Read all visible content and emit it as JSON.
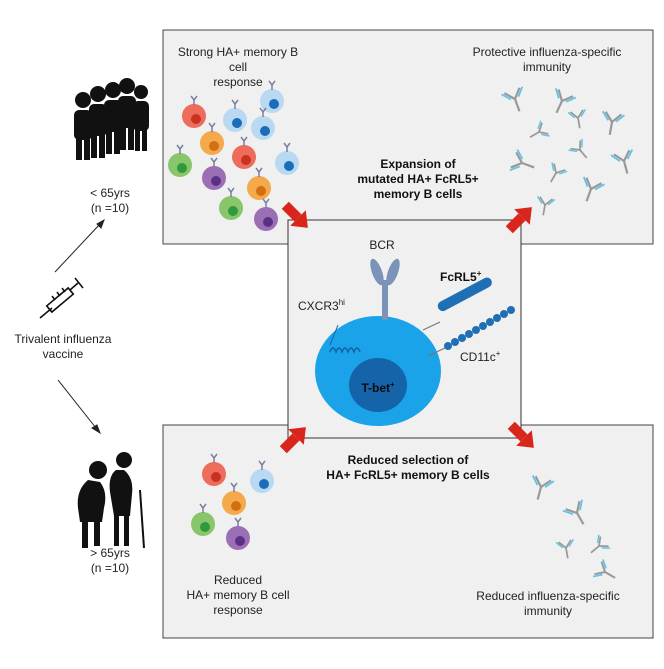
{
  "top_panel": {
    "left_label_l1": "Strong HA+ memory B cell",
    "left_label_l2": "response",
    "right_label_l1": "Protective influenza-specific",
    "right_label_l2": "immunity",
    "center_l1": "Expansion of",
    "center_l2": "mutated HA+ FcRL5+",
    "center_l3": "memory B cells"
  },
  "bottom_panel": {
    "center_l1": "Reduced selection of",
    "center_l2": "HA+ FcRL5+ memory B cells",
    "left_label_l1": "Reduced",
    "left_label_l2": "HA+ memory B cell",
    "left_label_l3": "response",
    "right_label_l1": "Reduced influenza-specific",
    "right_label_l2": "immunity"
  },
  "young_group": {
    "age": "< 65yrs",
    "n": "(n =10)"
  },
  "old_group": {
    "age": "> 65yrs",
    "n": "(n =10)"
  },
  "vaccine": {
    "label_l1": "Trivalent influenza",
    "label_l2": "vaccine"
  },
  "center_cell": {
    "bcr": "BCR",
    "fcrl5": "FcRL5",
    "fcrl5_sup": "+",
    "cxcr3": "CXCR3",
    "cxcr3_sup": "hi",
    "cd11c": "CD11c",
    "cd11c_sup": "+",
    "tbet": "T-bet",
    "tbet_sup": "+"
  },
  "colors": {
    "panel_fill": "#f0f0f0",
    "panel_stroke": "#444444",
    "arrow_red": "#d9261c",
    "cell_blue": "#1aa3e8",
    "nucleus_blue": "#1563a8",
    "receptor_blue": "#1f6fb5",
    "antibody_gray": "#9a9a9a",
    "antibody_cyan": "#5fc4e8"
  }
}
